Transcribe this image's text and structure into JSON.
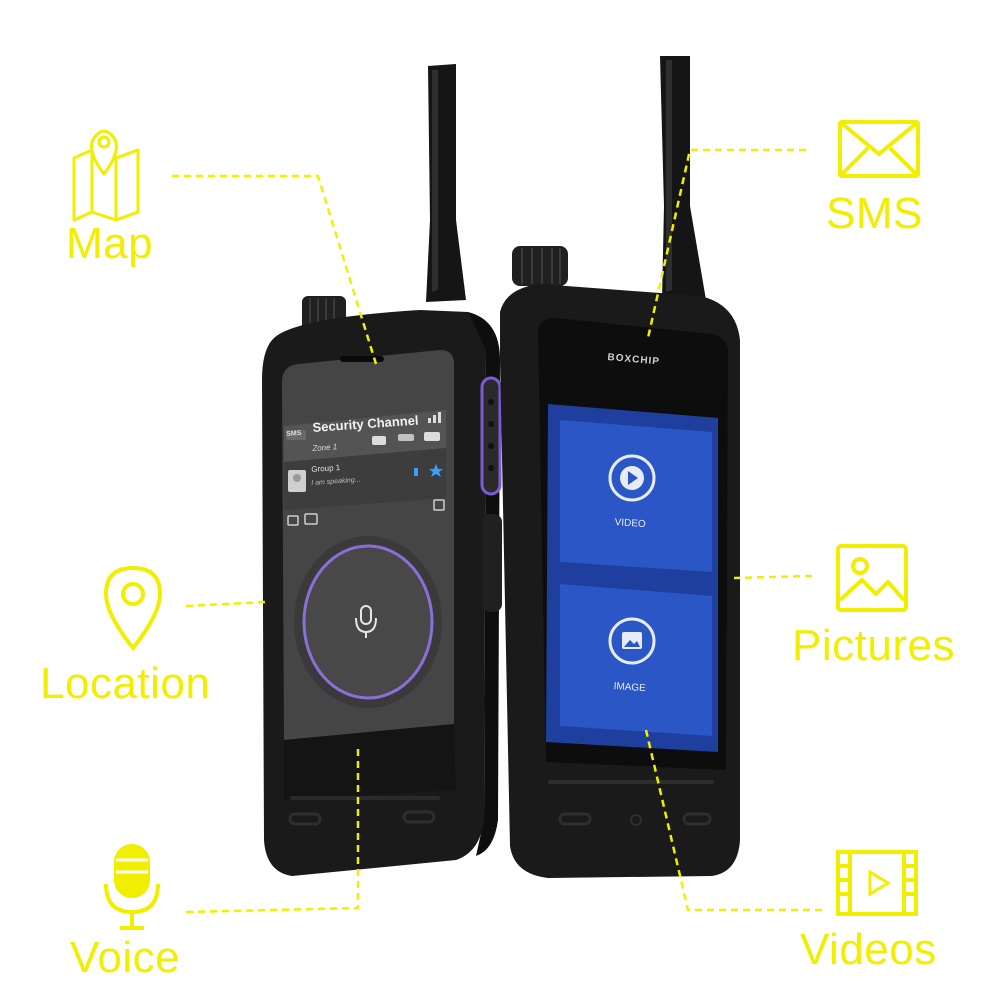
{
  "features": {
    "map": "Map",
    "location": "Location",
    "voice": "Voice",
    "sms": "SMS",
    "pictures": "Pictures",
    "videos": "Videos"
  },
  "left_device": {
    "badge": "SMS",
    "channel": "Security Channel",
    "zone": "Zone 1",
    "group": "Group 1",
    "status": "I am speaking..."
  },
  "right_device": {
    "brand": "BOXCHIP",
    "video_tile": "VIDEO",
    "image_tile": "IMAGE"
  },
  "colors": {
    "accent": "#f2ee00",
    "device_body": "#1a1a1a",
    "left_screen": "#4a4a4a",
    "right_screen": "#1f3f9e",
    "ptt_ring": "#8a6fd8"
  },
  "icons": [
    "map-icon",
    "location-pin-icon",
    "microphone-icon",
    "envelope-icon",
    "picture-icon",
    "video-film-icon"
  ]
}
